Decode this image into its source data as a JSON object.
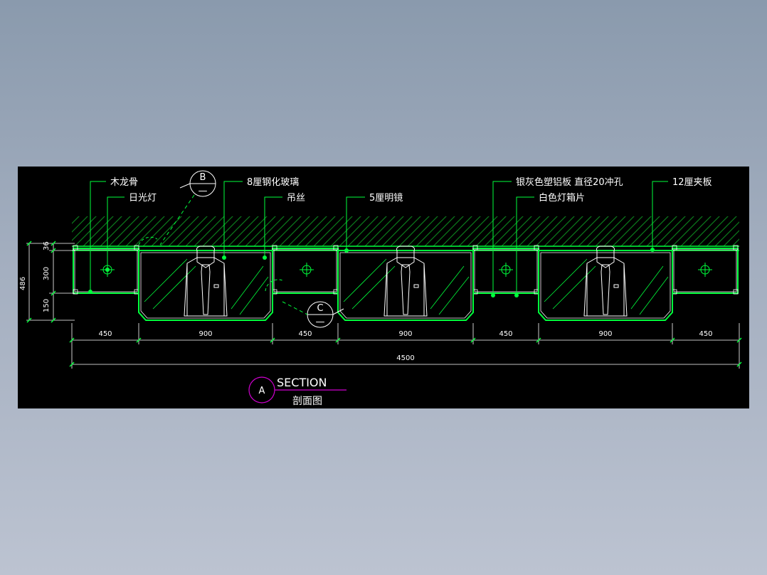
{
  "labels": {
    "wood_keel": "木龙骨",
    "daylight_lamp": "日光灯",
    "tempered_glass": "8厘钢化玻璃",
    "hanging_wire": "吊丝",
    "clear_mirror": "5厘明镜",
    "silver_panel": "银灰色塑铝板 直径20冲孔",
    "lightbox_sheet": "白色灯箱片",
    "plywood": "12厘夹板"
  },
  "callouts": {
    "b_letter": "B",
    "b_sub": "—",
    "c_letter": "C",
    "c_sub": "—"
  },
  "dimensions": {
    "segments": [
      "450",
      "900",
      "450",
      "900",
      "450",
      "900",
      "450"
    ],
    "total": "4500",
    "vertical": [
      "36",
      "300",
      "150"
    ],
    "vertical_total": "486"
  },
  "title": {
    "marker": "A",
    "main": "SECTION",
    "sub": "剖面图"
  },
  "colors": {
    "background": "#000000",
    "line_green": "#00ff3c",
    "hatch_green": "#0c7a1c",
    "title_magenta": "#d000d0"
  }
}
